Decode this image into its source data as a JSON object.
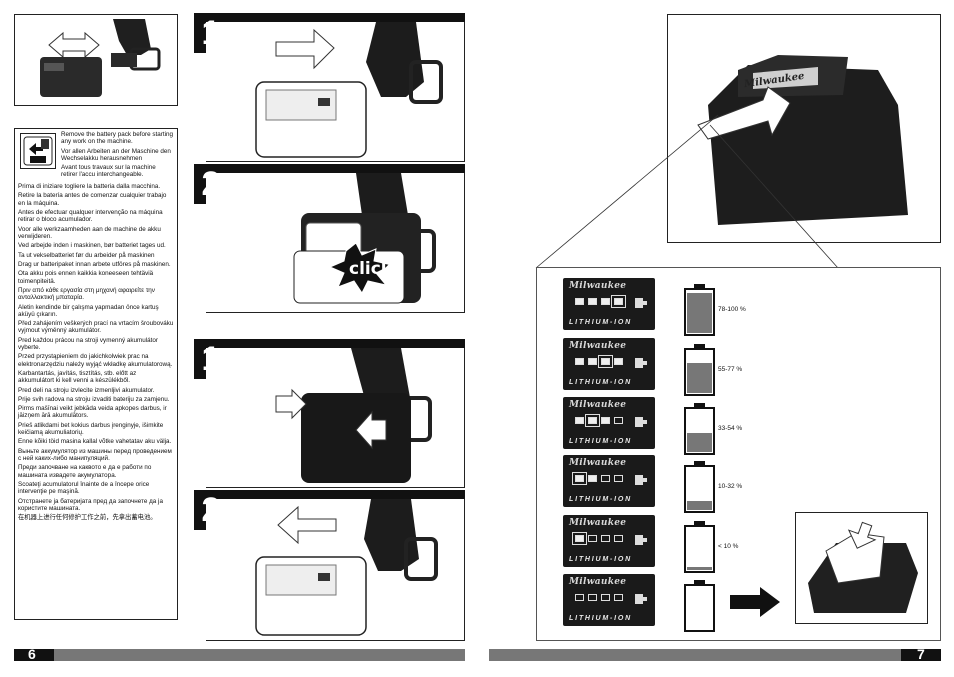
{
  "left_page": {
    "page_number": "6",
    "steps": [
      {
        "number": "1",
        "click_label": ""
      },
      {
        "number": "2",
        "click_label": "click"
      },
      {
        "number": "1",
        "click_label": ""
      },
      {
        "number": "2",
        "click_label": ""
      }
    ],
    "warnings": [
      "Remove the battery pack before starting any work on the machine.",
      "Vor allen Arbeiten an der Maschine den Wechselakku herausnehmen",
      "Avant tous travaux sur la machine retirer l'accu interchangeable."
    ],
    "translations": [
      "Prima di iniziare togliere la batteria dalla macchina.",
      "Retire la batería antes de comenzar cualquier trabajo en la máquina.",
      "Antes de efectuar qualquer intervenção na máquina retirar o bloco acumulador.",
      "Voor alle werkzaamheden aan de machine de akku verwijderen.",
      "Ved arbejde inden i maskinen, bør batteriet tages ud.",
      "Ta ut vekselbatteriet før du arbeider på maskinen",
      "Drag ur batteripaket innan arbete utföres på maskinen.",
      "Ota akku pois ennen kaikkia koneeseen tehtäviä toimenpiteitä.",
      "Πριν από κάθε εργασία στη μηχανή αφαιρείτε την ανταλλακτική μπαταρία.",
      "Aletin kendinde bir çalışma yapmadan önce kartuş aküyü çıkarın.",
      "Před zahájením veškerých prací na vrtacím šroubováku vyjmout výměnný akumulátor.",
      "Pred každou prácou na stroji vymenný akumulátor vyberte.",
      "Przed przystąpieniem do jakichkolwiek prac na elektronarzędziu należy wyjąć wkładkę akumulatorową.",
      "Karbantartás, javítás, tisztítás, stb. előtt az akkumulátort ki kell venni a készülékből.",
      "Pred deli na stroju izvlecite izmenljivi akumulator.",
      "Prije svih radova na stroju izvaditi bateriju za zamjenu.",
      "Pirms mašīnai veikt jebkāda veida apkopes darbus, ir jāizņem ārā akumulātors.",
      "Prieš atlikdami bet kokius darbus įrenginyje, išimkite keičiamą akumuliatorių.",
      "Enne kõiki töid masina kallal võtke vahetatav aku välja.",
      "Выньте аккумулятор из машины перед проведением с ней каких-либо манипуляций.",
      "Преди започване на каквото е да е работи по машината извадете акумулатора.",
      "Scoateţi acumulatorul înainte de a începe orice intervenţie pe maşină.",
      "Отстранете ја батеријата пред да започнете да ја користите машината.",
      "在机器上进行任何修护工作之前，先拿出蓄电池。"
    ]
  },
  "right_page": {
    "page_number": "7",
    "brand": "Milwaukee",
    "badge_subtitle": "LITHIUM-ION",
    "charge_levels": [
      {
        "label": "78-100 %",
        "fill_fraction": 0.95,
        "leds_on": 4,
        "blinking": 4
      },
      {
        "label": "55-77 %",
        "fill_fraction": 0.72,
        "leds_on": 4,
        "blinking": 3
      },
      {
        "label": "33-54 %",
        "fill_fraction": 0.45,
        "leds_on": 3,
        "blinking": 2
      },
      {
        "label": "10-32 %",
        "fill_fraction": 0.22,
        "leds_on": 2,
        "blinking": 1
      },
      {
        "label": "< 10 %",
        "fill_fraction": 0.08,
        "leds_on": 1,
        "blinking": 1
      },
      {
        "label": "",
        "fill_fraction": 0.0,
        "leds_on": 0,
        "blinking": 0
      }
    ]
  }
}
